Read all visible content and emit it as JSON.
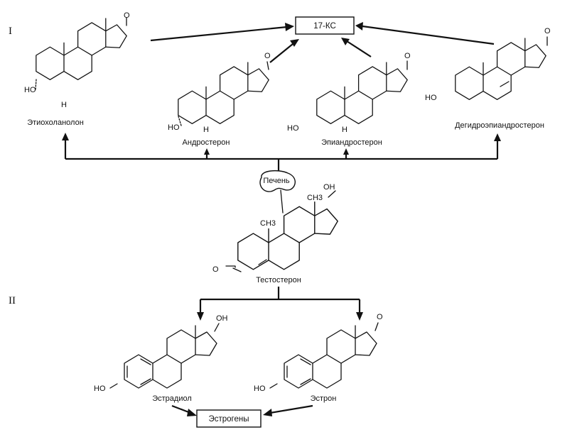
{
  "section_labels": {
    "top": "I",
    "bottom": "II"
  },
  "boxes": {
    "ks17": "17-КС",
    "estrogens": "Эстрогены"
  },
  "liver": "Печень",
  "compounds": {
    "etiocholanolone": {
      "name": "Этиохоланолон",
      "oh": "HO",
      "h": "H",
      "o": "O"
    },
    "androsterone": {
      "name": "Андростерон",
      "oh": "HO",
      "h": "H",
      "o": "O"
    },
    "epiandrosterone": {
      "name": "Эпиандростерон",
      "oh": "HO",
      "h": "H",
      "o": "O"
    },
    "dhea": {
      "name": "Дегидроэпиандростерон",
      "oh": "HO",
      "o": "O"
    },
    "testosterone": {
      "name": "Тестостерон",
      "oh": "OH",
      "o": "O",
      "ch3_top": "CH3",
      "ch3_mid": "CH3"
    },
    "estradiol": {
      "name": "Эстрадиол",
      "oh": "OH",
      "ho": "HO"
    },
    "estrone": {
      "name": "Эстрон",
      "ho": "HO",
      "o": "O"
    }
  }
}
